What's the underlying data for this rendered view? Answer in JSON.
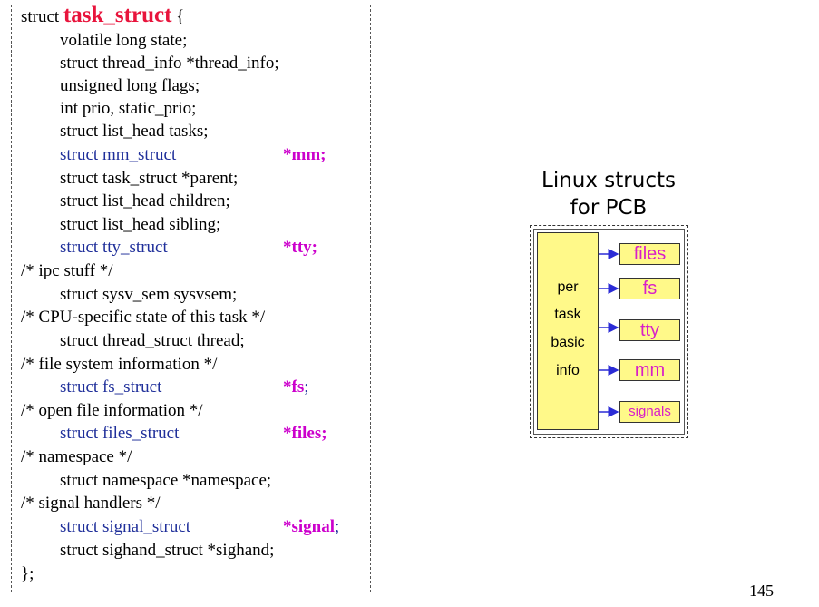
{
  "code": {
    "open_keyword": "struct",
    "struct_name": "task_struct",
    "open_brace": " {",
    "lines": [
      "volatile long state;",
      "struct thread_info *thread_info;",
      "unsigned long flags;",
      "int prio, static_prio;",
      "struct list_head tasks;",
      "struct mm_struct",
      "struct task_struct *parent;",
      "struct list_head children;",
      "struct list_head sibling;",
      "struct tty_struct",
      "/* ipc stuff */",
      "struct sysv_sem sysvsem;",
      "/* CPU-specific state of this task */",
      "struct thread_struct thread;",
      "/* file system information */",
      "struct fs_struct",
      "/* open file information */",
      "struct files_struct",
      "/* namespace */",
      "struct namespace *namespace;",
      "/* signal handlers */",
      "struct signal_struct",
      "struct sighand_struct *sighand;",
      "};"
    ],
    "pointers": {
      "mm": "*mm;",
      "tty": "*tty;",
      "fs": "*fs",
      "files": "*files;",
      "signal": "*signal"
    },
    "semicolon": ";"
  },
  "diagram": {
    "title_line1": "Linux structs",
    "title_line2": "for PCB",
    "task_words": [
      "per",
      "task",
      "basic",
      "info"
    ],
    "fields": [
      "files",
      "fs",
      "tty",
      "mm",
      "signals"
    ]
  },
  "colors": {
    "struct_name": "#e8143c",
    "highlight_struct": "#1f2f9a",
    "pointer": "#cc00cc",
    "box_fill": "#fff989",
    "field_text": "#d81fc8",
    "arrow": "#2b2bd6"
  },
  "page_number": "145"
}
